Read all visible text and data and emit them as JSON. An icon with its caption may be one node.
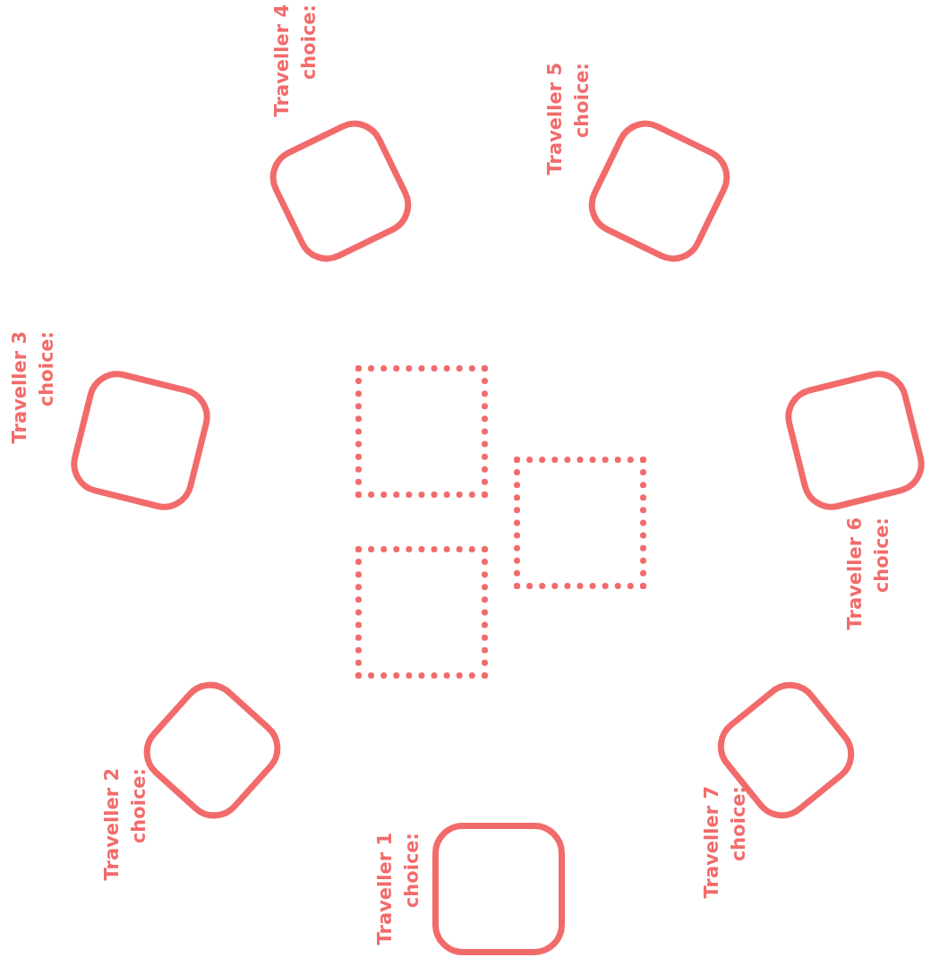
{
  "diagram": {
    "nodes": [
      {
        "text": [
          "Traveller 1 choice:"
        ]
      },
      {
        "text": [
          "Traveller 2 choice:"
        ]
      },
      {
        "text": [
          "Traveller 3 choice:"
        ]
      },
      {
        "text": [
          "Traveller 4 choice:"
        ]
      },
      {
        "text": [
          "Traveller 5 choice:"
        ]
      },
      {
        "text": [
          "Traveller 6 choice:"
        ]
      },
      {
        "text": [
          "Traveller 7 choice:"
        ]
      },
      {
        "text": [],
        "shape": "box"
      },
      {
        "text": [],
        "shape": "box"
      },
      {
        "text": [],
        "shape": "box"
      }
    ]
  }
}
